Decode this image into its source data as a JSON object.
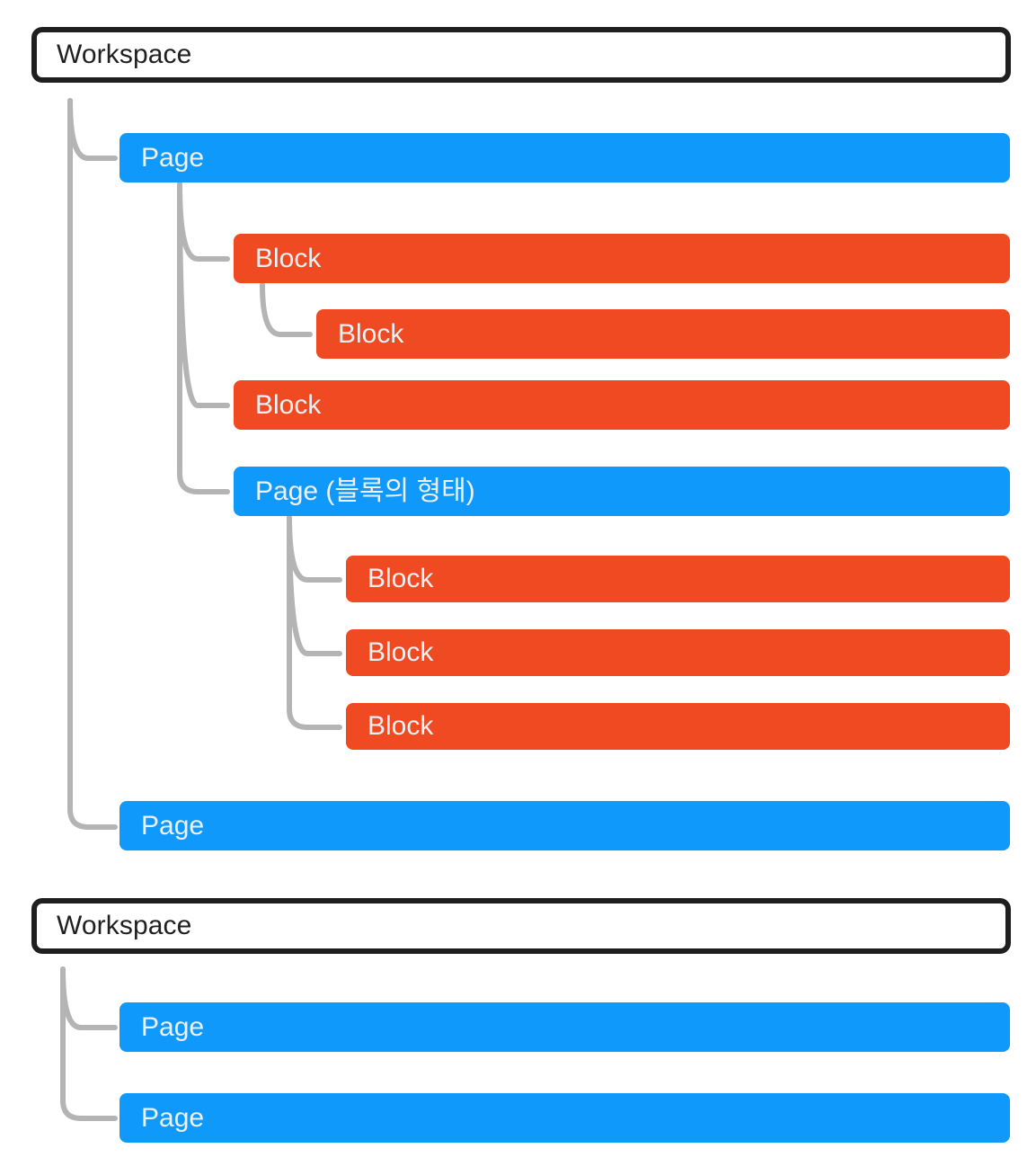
{
  "diagram": {
    "type": "hierarchy-tree",
    "title_text": "",
    "colors": {
      "background": "#ffffff",
      "workspace_border": "#1f1f1f",
      "workspace_text": "#1f1f1f",
      "page": "#0f99fb",
      "block": "#f04a23",
      "node_text": "#eef1f3",
      "connector": "#b4b4b4"
    },
    "sections": [
      {
        "id": "workspace-1",
        "workspace_label": "Workspace",
        "nodes": [
          {
            "id": "n1",
            "label": "Page",
            "kind": "page",
            "depth": 1
          },
          {
            "id": "n2",
            "label": "Block",
            "kind": "block",
            "depth": 2
          },
          {
            "id": "n3",
            "label": "Block",
            "kind": "block",
            "depth": 3
          },
          {
            "id": "n4",
            "label": "Block",
            "kind": "block",
            "depth": 2
          },
          {
            "id": "n5",
            "label": "Page (블록의 형태)",
            "kind": "page",
            "depth": 2
          },
          {
            "id": "n6",
            "label": "Block",
            "kind": "block",
            "depth": 3
          },
          {
            "id": "n7",
            "label": "Block",
            "kind": "block",
            "depth": 3
          },
          {
            "id": "n8",
            "label": "Block",
            "kind": "block",
            "depth": 3
          },
          {
            "id": "n9",
            "label": "Page",
            "kind": "page",
            "depth": 1
          }
        ]
      },
      {
        "id": "workspace-2",
        "workspace_label": "Workspace",
        "nodes": [
          {
            "id": "m1",
            "label": "Page",
            "kind": "page",
            "depth": 1
          },
          {
            "id": "m2",
            "label": "Page",
            "kind": "page",
            "depth": 1
          }
        ]
      }
    ]
  },
  "workspace1": {
    "label": "Workspace",
    "nodes": {
      "page_a": "Page",
      "block_a": "Block",
      "block_a_sub": "Block",
      "block_b": "Block",
      "page_block": "Page (블록의 형태)",
      "block_c1": "Block",
      "block_c2": "Block",
      "block_c3": "Block",
      "page_b": "Page"
    }
  },
  "workspace2": {
    "label": "Workspace",
    "nodes": {
      "page_a": "Page",
      "page_b": "Page"
    }
  }
}
